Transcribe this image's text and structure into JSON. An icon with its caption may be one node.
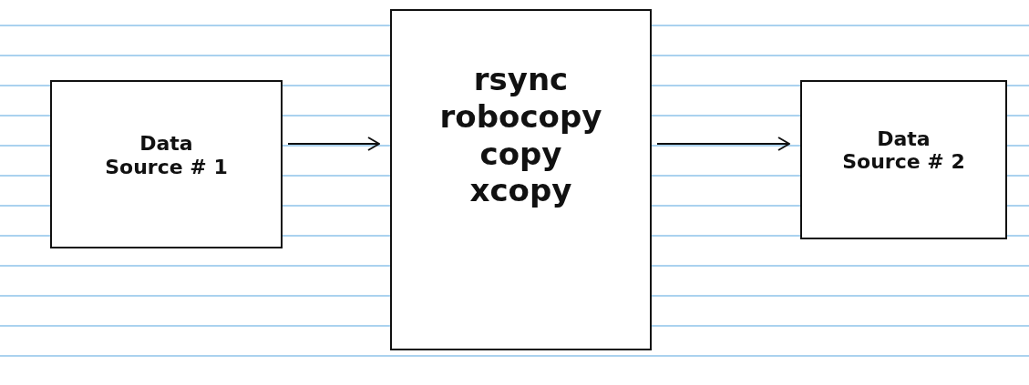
{
  "diagram": {
    "nodes": [
      {
        "text": [
          "Data Source # 1"
        ]
      },
      {
        "text": [
          "rsync",
          "robocopy",
          "copy",
          "xcopy"
        ]
      },
      {
        "text": [
          "Data Source # 2"
        ]
      }
    ],
    "edges": [
      {
        "from": 0,
        "to": 1,
        "arrow": "to"
      },
      {
        "from": 1,
        "to": 2,
        "arrow": "to"
      }
    ]
  }
}
